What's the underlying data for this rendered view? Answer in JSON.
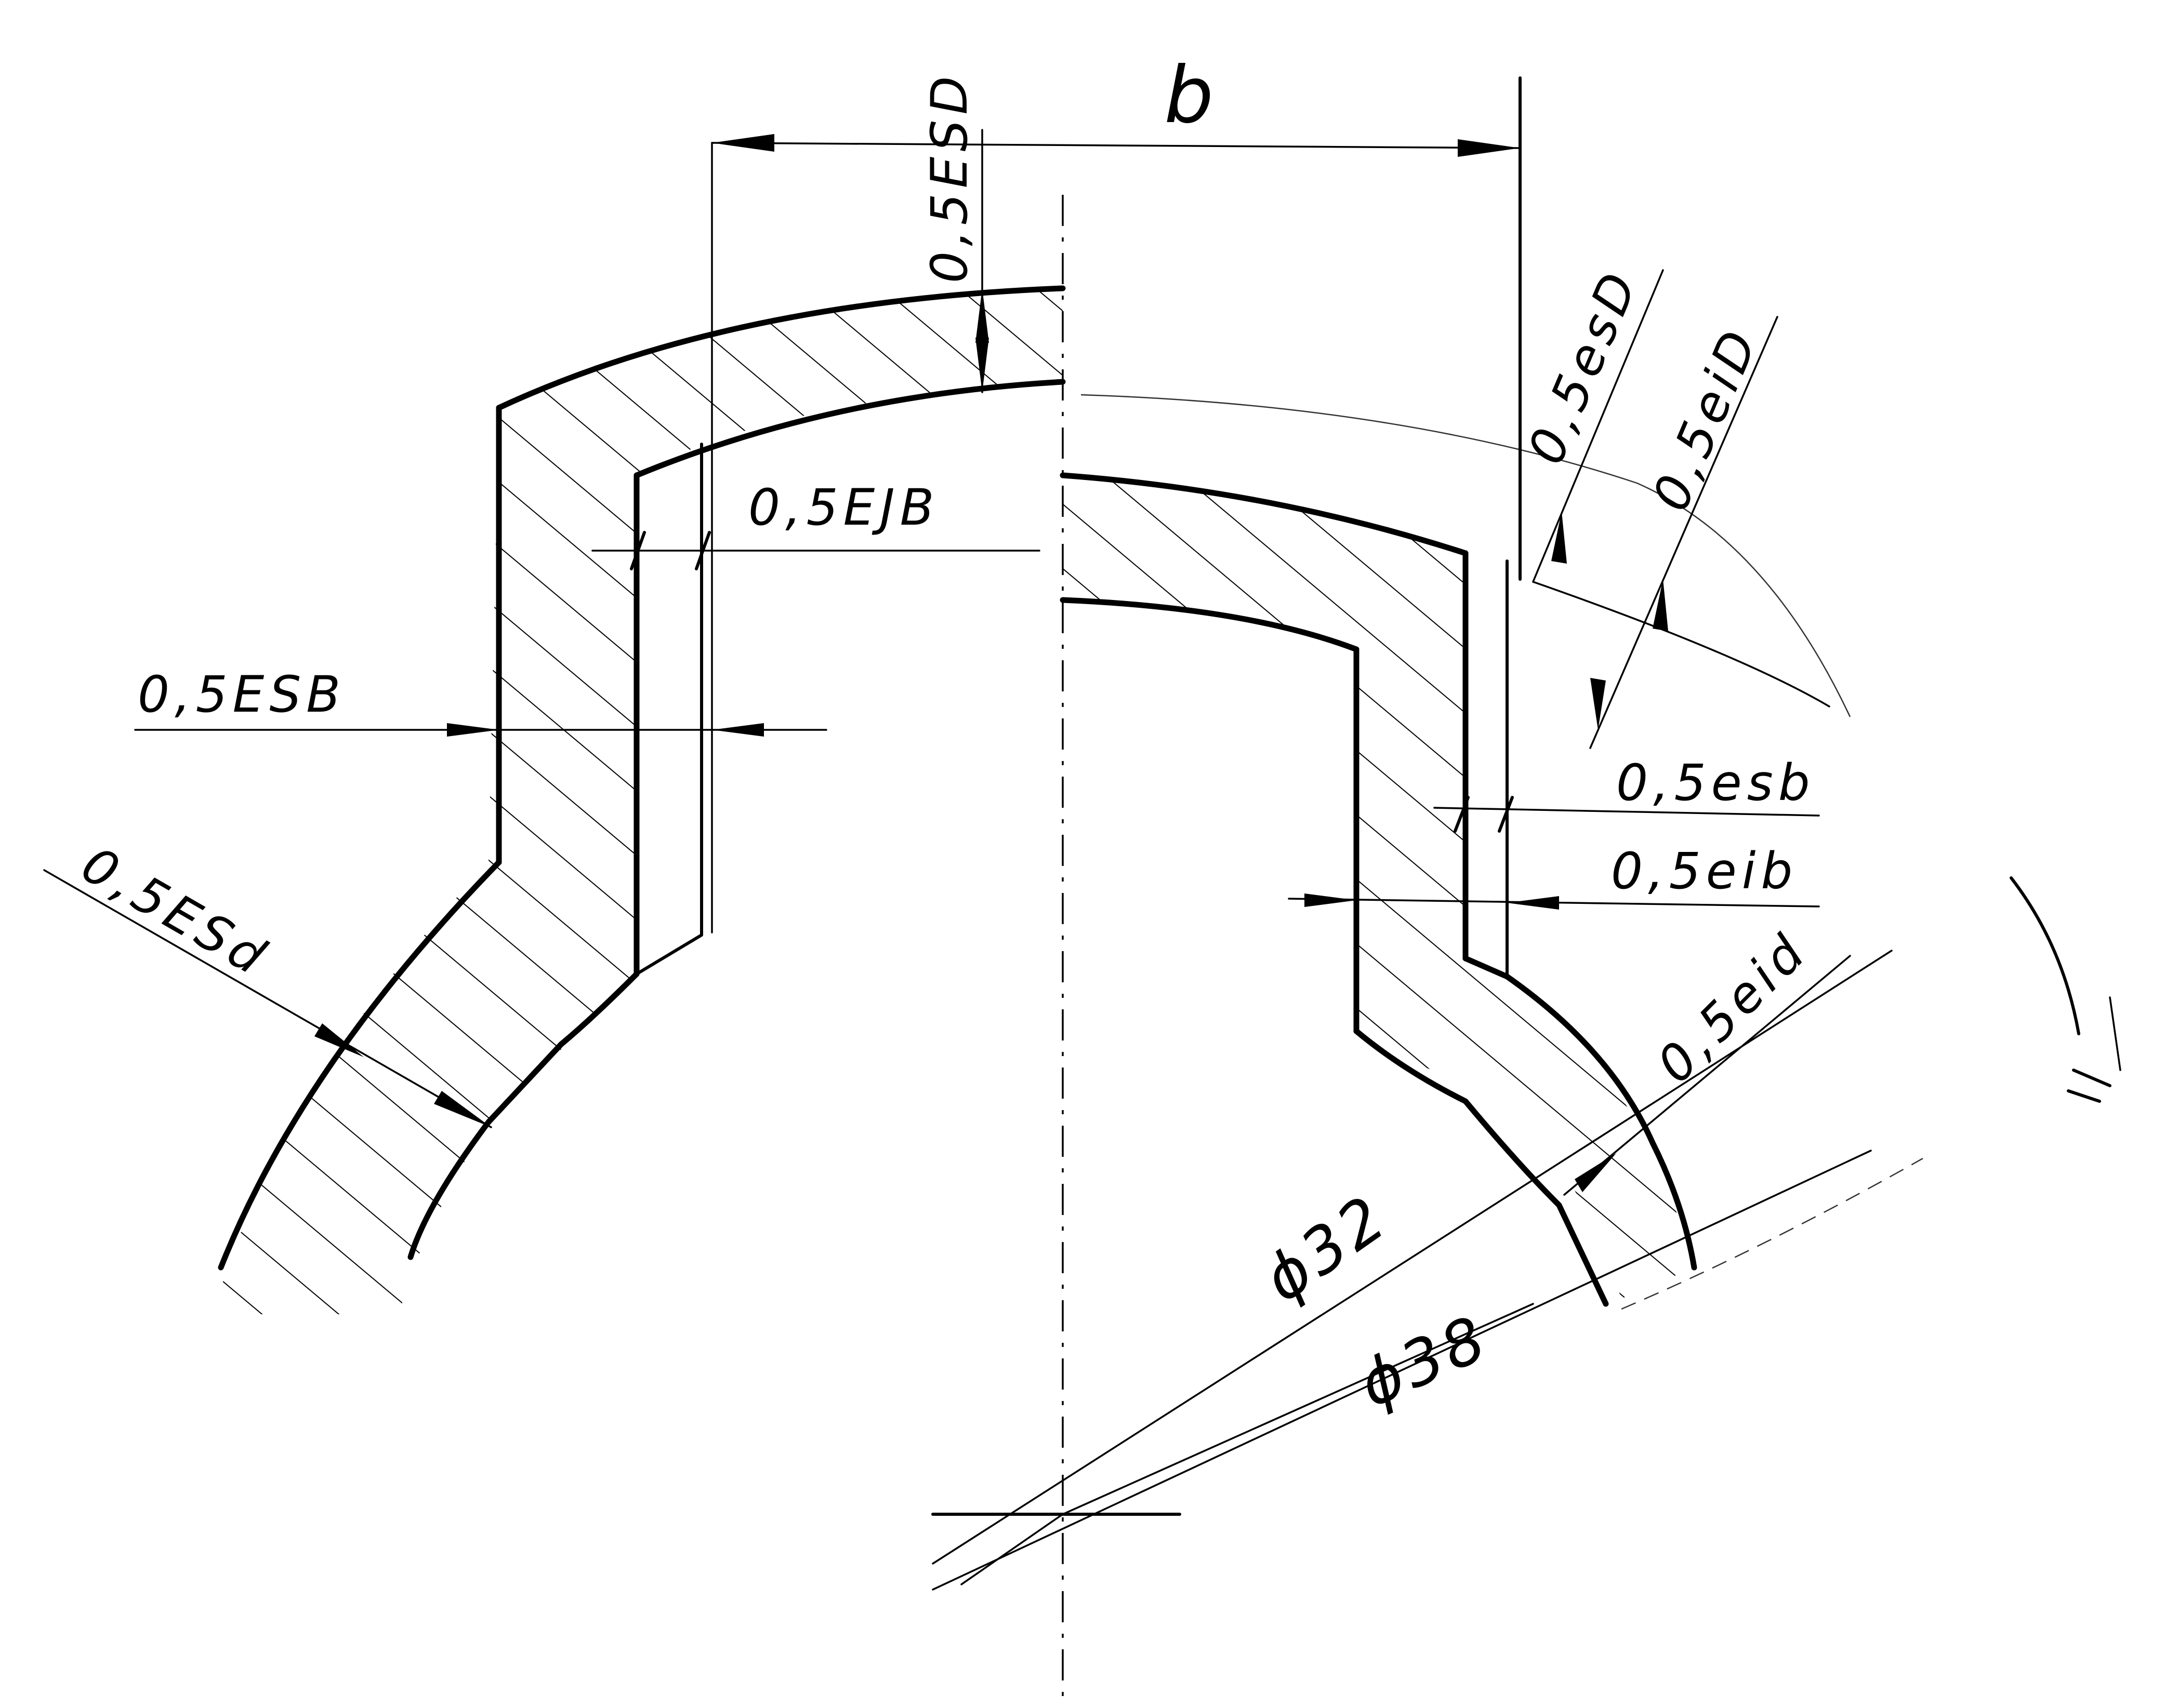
{
  "labels": {
    "top_width": "b",
    "esD_upper": "0,5ESD",
    "ejB": "0,5EJB",
    "esB": "0,5ESB",
    "esd_left": "0,5ESd",
    "esD_right": "0,5esD",
    "eiD": "0,5eiD",
    "esb_right": "0,5esb",
    "eib_right": "0,5eib",
    "eid_right": "0,5eid",
    "dia_inner": "ϕ32",
    "dia_outer": "ϕ38"
  }
}
